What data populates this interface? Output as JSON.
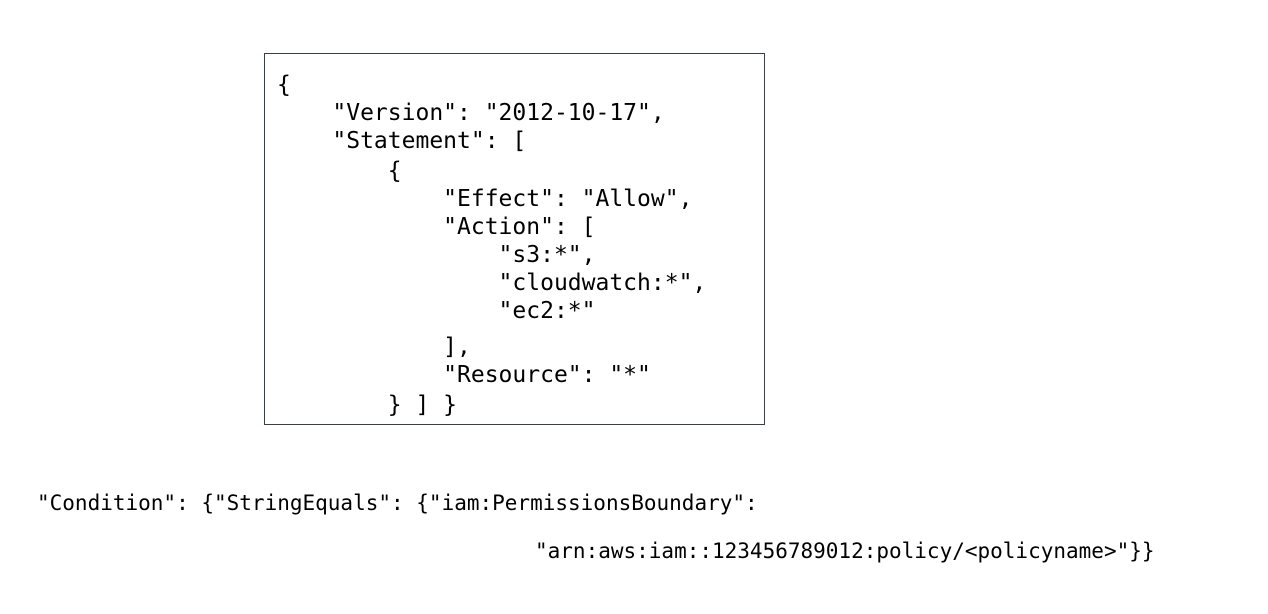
{
  "policy": {
    "lines": [
      "{",
      "    \"Version\": \"2012-10-17\",",
      "    \"Statement\": [",
      "        {",
      "            \"Effect\": \"Allow\",",
      "            \"Action\": [",
      "                \"s3:*\",",
      "                \"cloudwatch:*\",",
      "                \"ec2:*\"",
      "            ],",
      "            \"Resource\": \"*\"",
      "        } ] }"
    ]
  },
  "condition": {
    "line1": "\"Condition\": {\"StringEquals\": {\"iam:PermissionsBoundary\":",
    "line2": "\"arn:aws:iam::123456789012:policy/<policyname>\"}}"
  }
}
